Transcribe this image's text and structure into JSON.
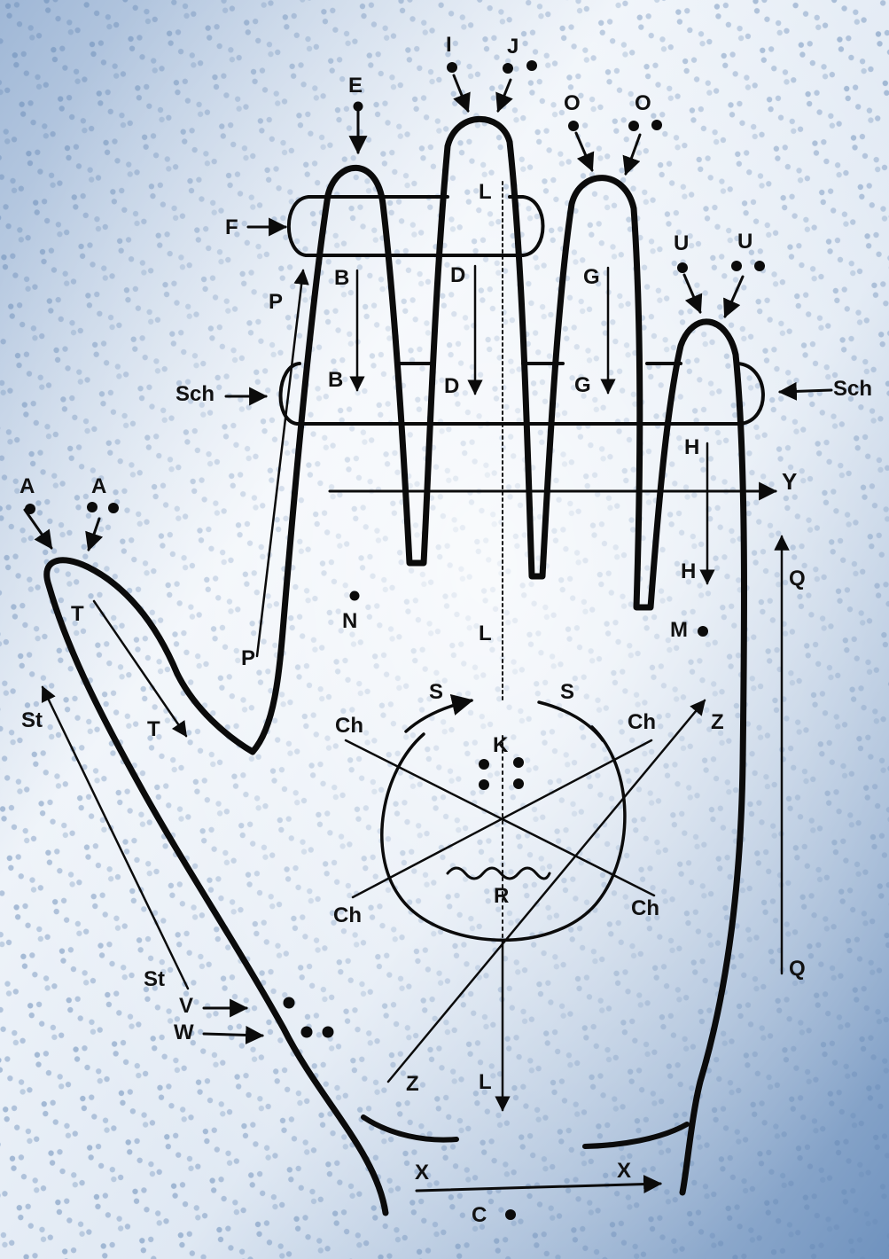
{
  "diagram": {
    "background": "braille-paper-photo",
    "ink_color": "#0b0b0b",
    "paper_colors": [
      "#f2f6fb",
      "#7fa0c8"
    ],
    "labels": {
      "A_left": "A",
      "A_right": "A",
      "E": "E",
      "I": "I",
      "J": "J",
      "O_left": "O",
      "O_right": "O",
      "U_left": "U",
      "U_right": "U",
      "F": "F",
      "Sch_left": "Sch",
      "Sch_right": "Sch",
      "P_top": "P",
      "P_bottom": "P",
      "B_top": "B",
      "B_bottom": "B",
      "D_top": "D",
      "D_bottom": "D",
      "G_top": "G",
      "G_bottom": "G",
      "H_top": "H",
      "H_bottom": "H",
      "L_top": "L",
      "L_mid": "L",
      "L_bottom": "L",
      "Y": "Y",
      "Q_top": "Q",
      "Q_bottom": "Q",
      "T_top": "T",
      "T_bottom": "T",
      "N": "N",
      "M": "M",
      "St_top": "St",
      "St_bottom": "St",
      "S_left": "S",
      "S_right": "S",
      "Ch_tl": "Ch",
      "Ch_tr": "Ch",
      "Ch_bl": "Ch",
      "Ch_br": "Ch",
      "K": "K",
      "R": "R",
      "Z_top": "Z",
      "Z_bottom": "Z",
      "V": "V",
      "W": "W",
      "X_left": "X",
      "X_right": "X",
      "C": "C"
    }
  }
}
